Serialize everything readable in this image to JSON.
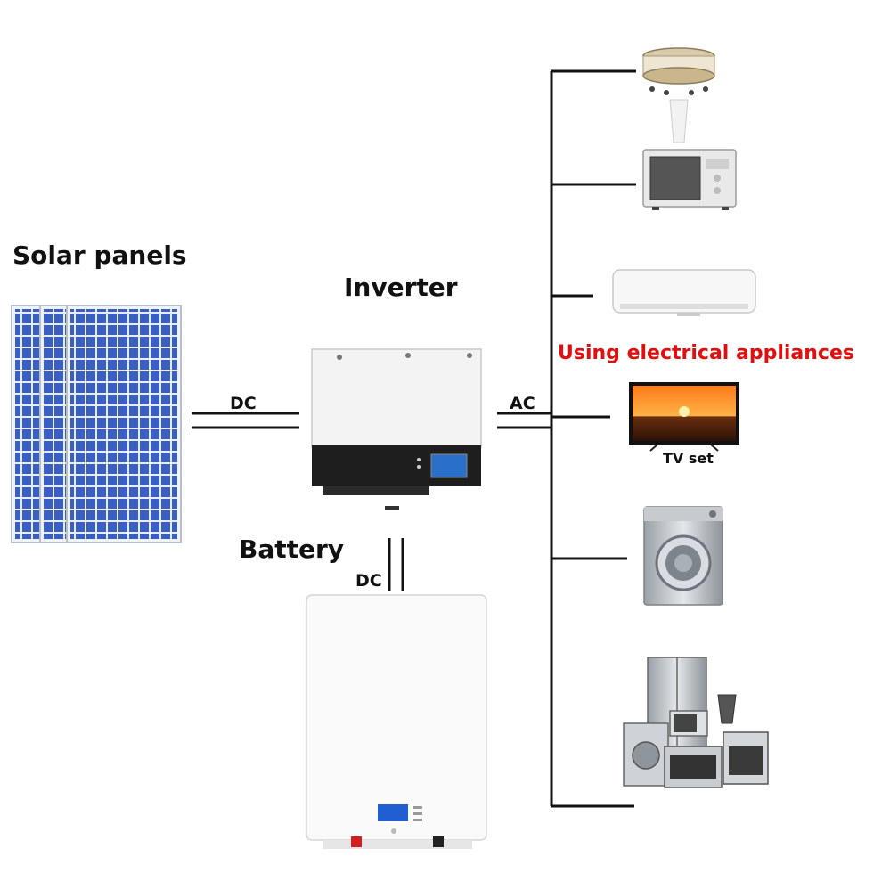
{
  "labels": {
    "solar_panels": "Solar panels",
    "inverter": "Inverter",
    "battery": "Battery",
    "dc_solar": "DC",
    "ac": "AC",
    "dc_battery": "DC",
    "appliances": "Using electrical appliances",
    "tv": "TV set"
  },
  "colors": {
    "appliances_label": "#e01010",
    "panel_cell": "#3a5fc4",
    "wire": "#111111"
  },
  "icons": [
    "solar-panels",
    "inverter",
    "battery",
    "chandelier",
    "microwave",
    "air-conditioner",
    "tv",
    "washing-machine",
    "kitchen-appliances"
  ]
}
